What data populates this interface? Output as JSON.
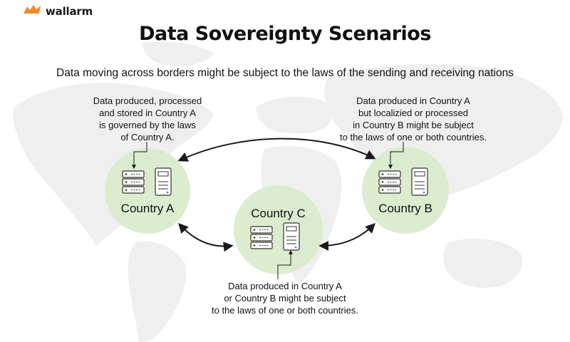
{
  "brand": {
    "name": "wallarm",
    "logo_icon": "wallarm-logo-icon",
    "accent": "#f48a26"
  },
  "title": "Data Sovereignty Scenarios",
  "subtitle": "Data moving across borders might be subject to the laws of the sending and receiving nations",
  "countries": {
    "a": {
      "label": "Country A",
      "note": "Data produced, processed\nand stored in Country A\nis governed by the laws\nof Country A."
    },
    "b": {
      "label": "Country B",
      "note": "Data produced in Country A\nbut localizied or processed\nin Country B might be subject\nto the laws of one or both countries."
    },
    "c": {
      "label": "Country C",
      "note": "Data produced in Country A\nor Country B might be subject\nto the laws of one or both countries."
    }
  },
  "colors": {
    "circle_fill": "#d9eccb",
    "map_fill": "#eeeeee",
    "line": "#1a1a1a"
  },
  "icons": [
    "server-rack-icon",
    "server-tower-icon",
    "bidirectional-arrow-icon",
    "pointer-arrow-icon",
    "world-map-background"
  ]
}
